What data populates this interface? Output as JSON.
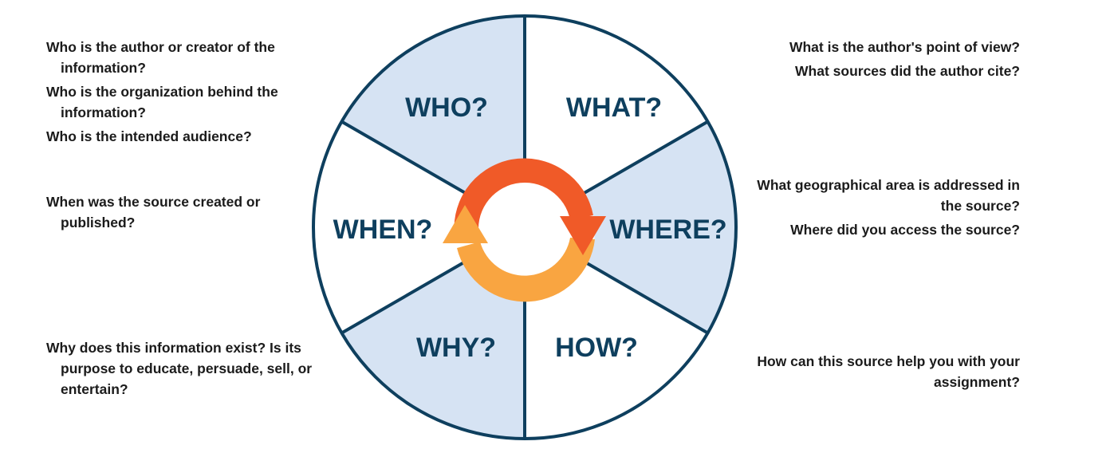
{
  "colors": {
    "outline": "#0e3f5e",
    "shade": "#d6e3f3",
    "arrow_top": "#f05a28",
    "arrow_bottom": "#f9a541"
  },
  "segments": {
    "who": "WHO?",
    "what": "WHAT?",
    "where": "WHERE?",
    "how": "HOW?",
    "why": "WHY?",
    "when": "WHEN?"
  },
  "questions": {
    "who": [
      "Who is the author or creator of the information?",
      "Who is the organization behind the information?",
      "Who is the intended audience?"
    ],
    "when": [
      "When was the source created or published?"
    ],
    "why": [
      "Why does this information exist? Is its purpose to educate, persuade, sell, or entertain?"
    ],
    "what": [
      "What is the author's point of view?",
      "What sources did the author cite?"
    ],
    "where": [
      "What geographical area is addressed in the source?",
      "Where did you access the source?"
    ],
    "how": [
      "How can this source help you with your assignment?"
    ]
  }
}
